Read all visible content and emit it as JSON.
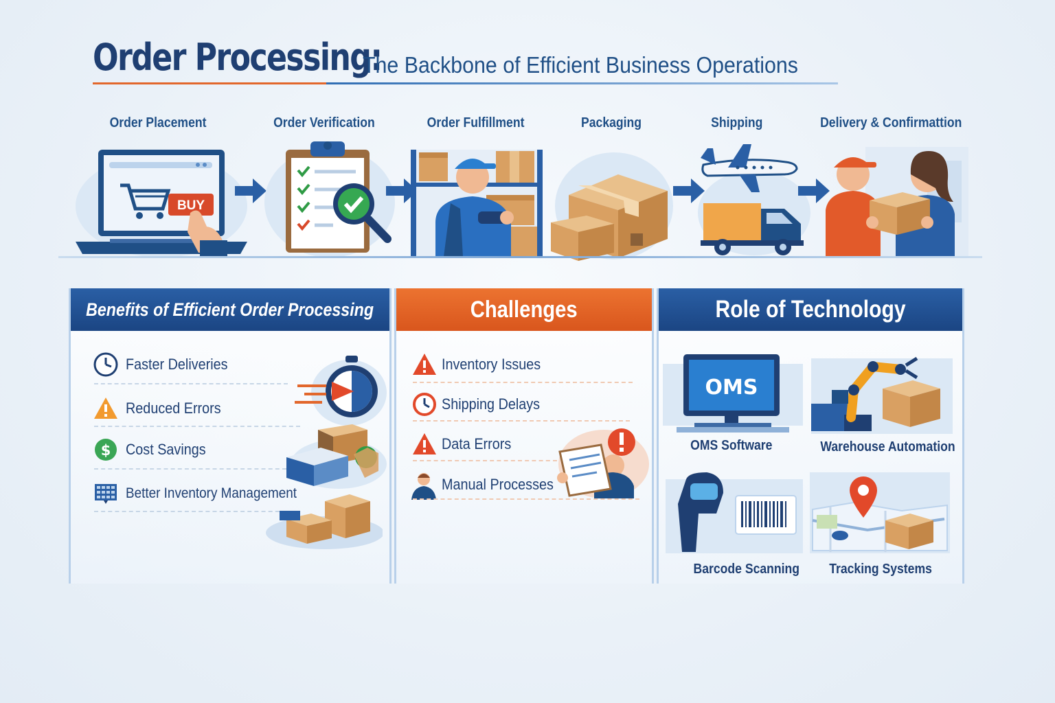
{
  "header": {
    "title": "Order Processing:",
    "subtitle": "The Backbone of Efficient Business Operations"
  },
  "steps": [
    {
      "label": "Order Placement",
      "icon": "laptop-cart-icon",
      "button": "BUY"
    },
    {
      "label": "Order Verification",
      "icon": "clipboard-check-icon"
    },
    {
      "label": "Order Fulfillment",
      "icon": "warehouse-worker-icon"
    },
    {
      "label": "Packaging",
      "icon": "boxes-icon"
    },
    {
      "label": "Shipping",
      "icon": "plane-truck-icon"
    },
    {
      "label": "Delivery & Confirmattion",
      "icon": "handover-icon"
    }
  ],
  "benefits": {
    "title": "Benefits of Efficient Order Processing",
    "items": [
      {
        "label": "Faster Deliveries",
        "icon": "clock-icon"
      },
      {
        "label": "Reduced Errors",
        "icon": "warning-icon"
      },
      {
        "label": "Cost Savings",
        "icon": "dollar-icon"
      },
      {
        "label": "Better Inventory Management",
        "icon": "inventory-grid-icon"
      }
    ]
  },
  "challenges": {
    "title": "Challenges",
    "items": [
      {
        "label": "Inventory Issues",
        "icon": "warning-icon"
      },
      {
        "label": "Shipping Delays",
        "icon": "clock-icon"
      },
      {
        "label": "Data Errors",
        "icon": "warning-icon"
      },
      {
        "label": "Manual Processes",
        "icon": "person-icon"
      }
    ]
  },
  "technology": {
    "title": "Role of Technology",
    "oms_screen": "OMS",
    "items": [
      {
        "label": "OMS Software",
        "icon": "monitor-icon"
      },
      {
        "label": "Warehouse Automation",
        "icon": "robot-arm-icon"
      },
      {
        "label": "Barcode Scanning",
        "icon": "barcode-scanner-icon"
      },
      {
        "label": "Tracking Systems",
        "icon": "map-pin-icon"
      }
    ]
  },
  "colors": {
    "navy": "#1f3f72",
    "blue": "#2a5fa5",
    "orange": "#e2672c",
    "box": "#d9a062"
  }
}
